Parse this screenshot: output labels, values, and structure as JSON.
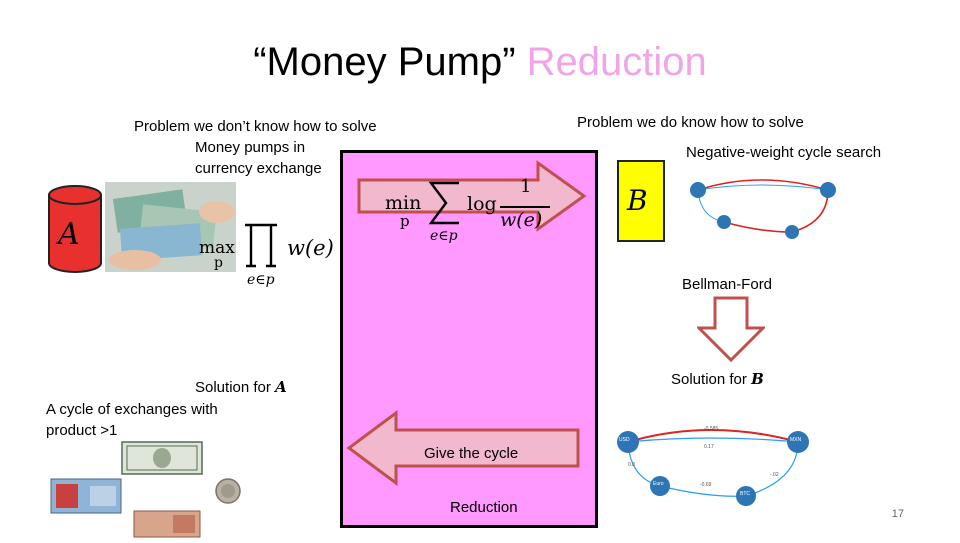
{
  "title": {
    "main": "“Money Pump”",
    "accent": "Reduction"
  },
  "left": {
    "heading": "Problem we don’t know how to solve",
    "subtitle_line1": "Money pumps in",
    "subtitle_line2": "currency exchange",
    "cylinder_label": "A",
    "formula": {
      "op": "max",
      "sub": "p",
      "func": "w(e)",
      "index": "e∈p"
    },
    "solution_label": "Solution for",
    "solution_var": "A",
    "cycle_text_line1": "A cycle of exchanges with",
    "cycle_text_line2": "product >1"
  },
  "center": {
    "formula": {
      "op": "min",
      "sub": "p",
      "log": "log",
      "num": "1",
      "den": "w(e)",
      "index": "e∈p"
    },
    "give_cycle": "Give the cycle",
    "reduction": "Reduction"
  },
  "right": {
    "heading": "Problem we do know how to solve",
    "subtitle": "Negative-weight cycle search",
    "box_label": "B",
    "algorithm": "Bellman-Ford",
    "solution_label": "Solution for",
    "solution_var": "B",
    "graph_nodes": [
      "USD",
      "MXN",
      "Euro",
      "BTC"
    ],
    "graph_edges": [
      "-0.585",
      "0.17",
      "0.8",
      "-.02",
      "-0.69"
    ]
  },
  "colors": {
    "panel": "#ff99ff",
    "arrow_fill": "#f2b8ce",
    "arrow_stroke": "#c0504d",
    "cylinder": "#e8312f",
    "box": "#ffff00",
    "title_accent": "#f0a6e6",
    "node_fill": "#2e75b6"
  },
  "slide_number": "17"
}
